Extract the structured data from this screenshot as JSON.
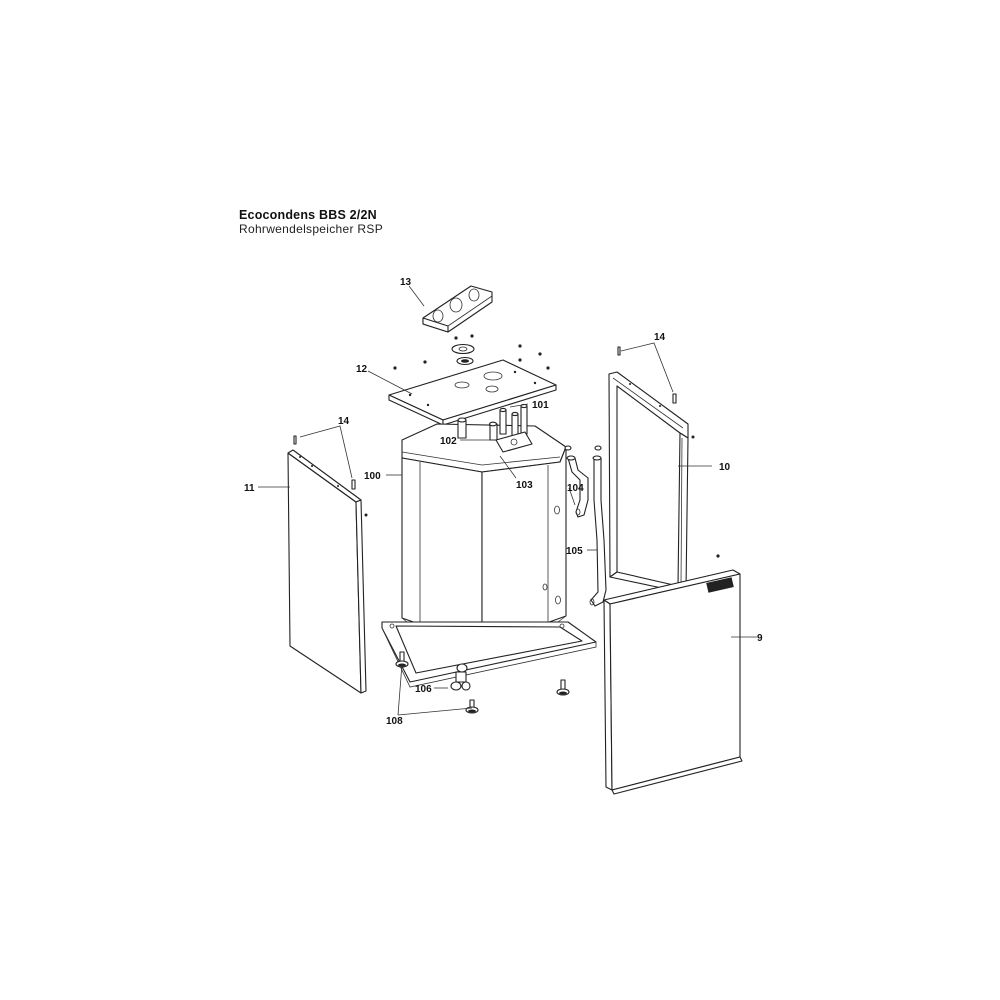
{
  "header": {
    "title": "Ecocondens BBS 2/2N",
    "subtitle": "Rohrwendelspeicher RSP"
  },
  "part_labels": {
    "p13": "13",
    "p12": "12",
    "p14a": "14",
    "p14b": "14",
    "p11": "11",
    "p10": "10",
    "p9": "9",
    "p100": "100",
    "p101": "101",
    "p102": "102",
    "p103": "103",
    "p104": "104",
    "p105": "105",
    "p106": "106",
    "p108": "108"
  },
  "colors": {
    "line": "#222222",
    "background": "#ffffff"
  }
}
